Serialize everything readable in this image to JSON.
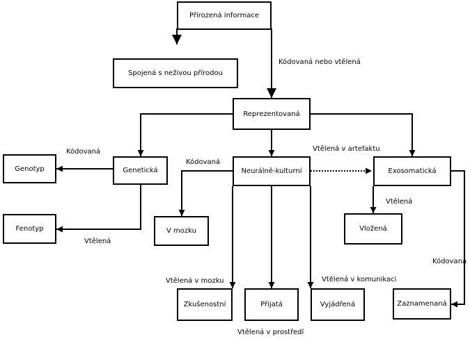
{
  "nodes": {
    "prirozena": "Přirozená informace",
    "spojena": "Spojená s neživou přírodou",
    "reprezentovana": "Reprezentovaná",
    "geneticka": "Genetická",
    "genotyp": "Genotyp",
    "fenotyp": "Fenotyp",
    "neuralne": "Neurálně-kulturní",
    "v_mozku": "V mozku",
    "zkusenostni": "Zkušenostní",
    "prijata": "Přijatá",
    "vyjadrena": "Vyjádřená",
    "exosomaticka": "Exosomatická",
    "vlozena": "Vložená",
    "zaznamenana": "Zaznamenaná"
  },
  "edge_labels": {
    "kodovana_nebo_vtelena": "Kódovaná nebo vtělená",
    "kodovana_genotyp": "Kódovaná",
    "vtelena_fenotyp": "Vtělená",
    "kodovana_mozek": "Kódovaná",
    "vtelena_v_artefaktu": "Vtělená v artefaktu",
    "vtelena_vlozena": "Vtělená",
    "kodovana_zaznam": "Kódovaná",
    "vtelena_v_mozku": "Vtělená v mozku",
    "vtelena_v_komunikaci": "Vtělená v komunikaci",
    "vtelena_v_prostredi": "Vtělená v prostředí"
  }
}
